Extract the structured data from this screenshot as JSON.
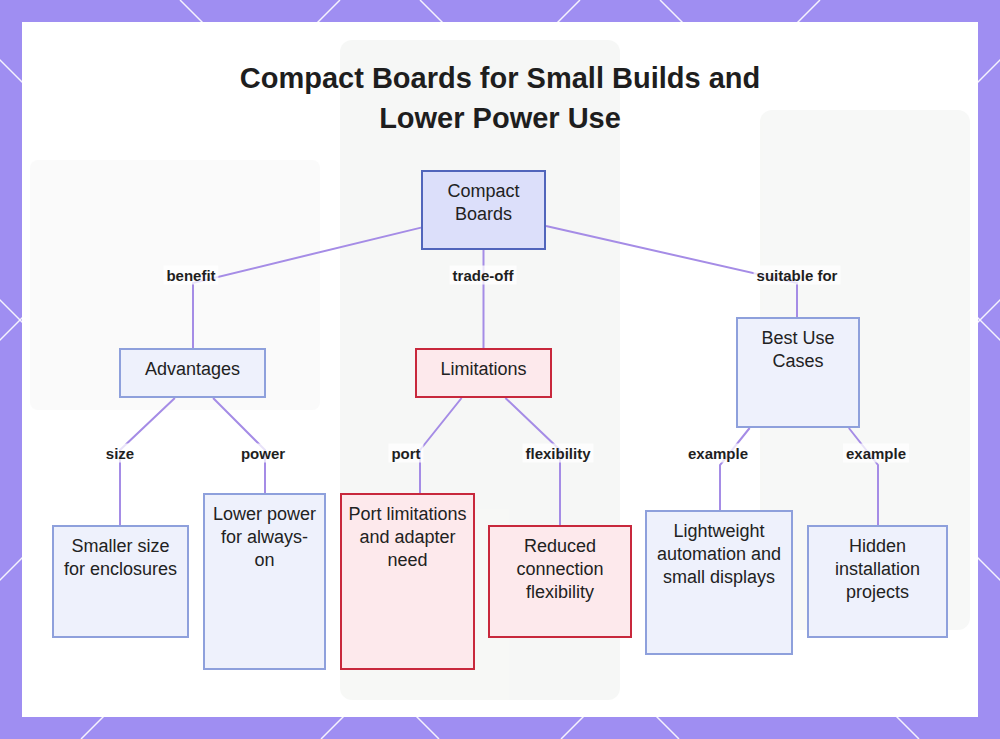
{
  "diagram": {
    "title": "Compact Boards for Small Builds and Lower Power Use",
    "nodes": [
      {
        "text": [
          "Compact Boards"
        ]
      },
      {
        "text": [
          "Advantages"
        ]
      },
      {
        "text": [
          "Limitations"
        ]
      },
      {
        "text": [
          "Best Use Cases"
        ]
      },
      {
        "text": [
          "Smaller size for enclosures"
        ]
      },
      {
        "text": [
          "Lower power for always-on"
        ]
      },
      {
        "text": [
          "Port limitations and adapter need"
        ]
      },
      {
        "text": [
          "Reduced connection flexibility"
        ]
      },
      {
        "text": [
          "Lightweight automation and small displays"
        ]
      },
      {
        "text": [
          "Hidden installation projects"
        ]
      }
    ],
    "edges": [
      {
        "from": 0,
        "to": 1,
        "label": "benefit",
        "arrow": "none"
      },
      {
        "from": 0,
        "to": 2,
        "label": "trade-off",
        "arrow": "none"
      },
      {
        "from": 0,
        "to": 3,
        "label": "suitable for",
        "arrow": "none"
      },
      {
        "from": 1,
        "to": 4,
        "label": "size",
        "arrow": "none"
      },
      {
        "from": 1,
        "to": 5,
        "label": "power",
        "arrow": "none"
      },
      {
        "from": 2,
        "to": 6,
        "label": "port",
        "arrow": "none"
      },
      {
        "from": 2,
        "to": 7,
        "label": "flexibility",
        "arrow": "none"
      },
      {
        "from": 3,
        "to": 8,
        "label": "example",
        "arrow": "none"
      },
      {
        "from": 3,
        "to": 9,
        "label": "example",
        "arrow": "none"
      }
    ]
  }
}
